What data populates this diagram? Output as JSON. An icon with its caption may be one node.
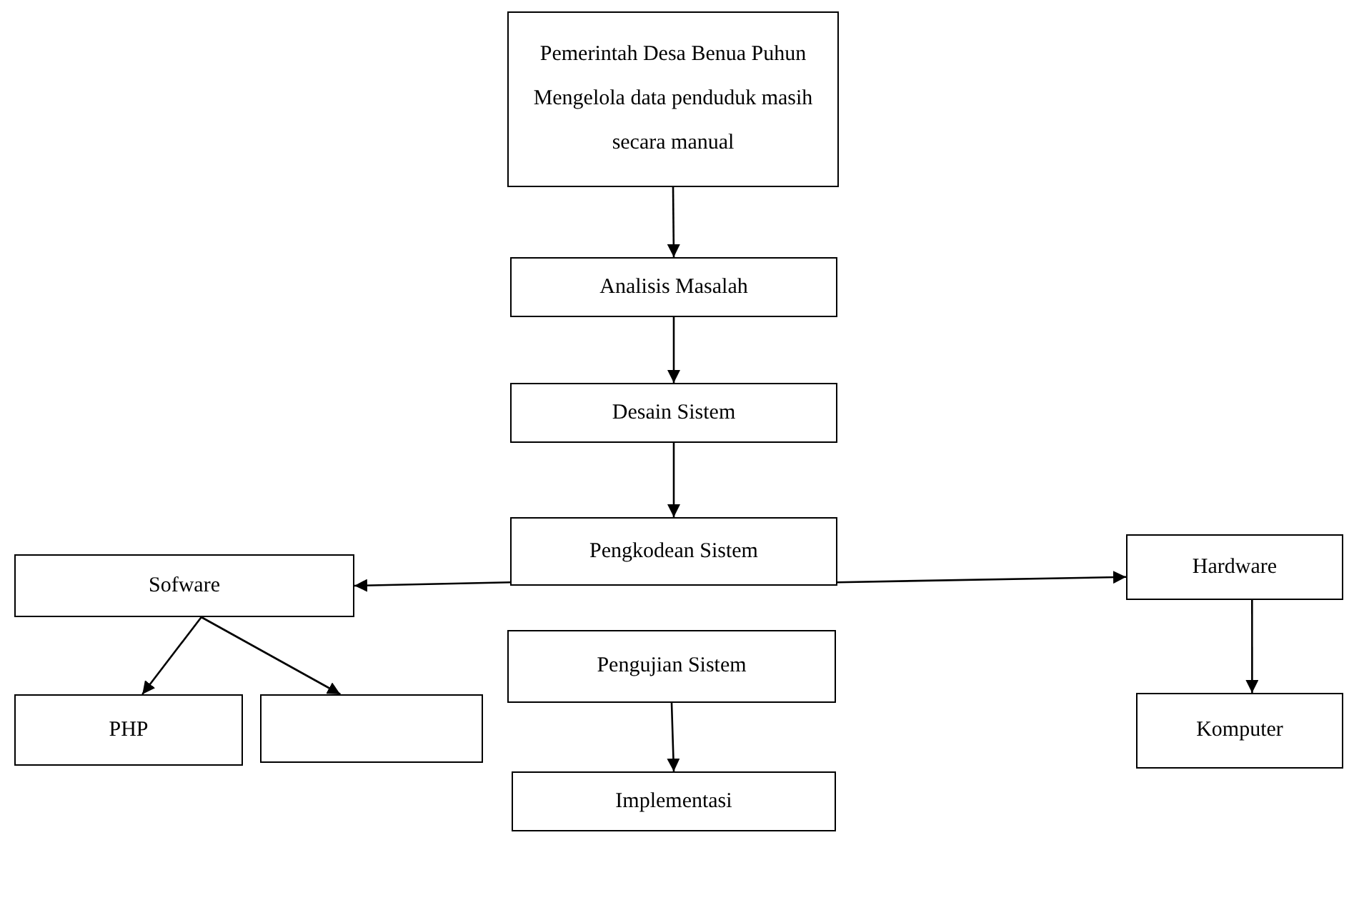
{
  "diagram": {
    "nodes": [
      {
        "text": [
          "Pemerintah Desa Benua Puhun Mengelola data penduduk masih secara manual"
        ]
      },
      {
        "text": [
          "Analisis Masalah"
        ]
      },
      {
        "text": [
          "Desain Sistem"
        ]
      },
      {
        "text": [
          "Pengkodean Sistem"
        ]
      },
      {
        "text": [
          "Sofware"
        ]
      },
      {
        "text": [
          "Hardware"
        ]
      },
      {
        "text": [
          "PHP"
        ]
      },
      {
        "text": [],
        "shape": "box"
      },
      {
        "text": [
          "Pengujian Sistem"
        ]
      },
      {
        "text": [
          "Komputer"
        ]
      },
      {
        "text": [
          "Implementasi"
        ]
      }
    ],
    "edges": [
      {
        "from": 0,
        "to": 1,
        "arrow": "to"
      },
      {
        "from": 1,
        "to": 2,
        "arrow": "to"
      },
      {
        "from": 2,
        "to": 3,
        "arrow": "to"
      },
      {
        "from": 3,
        "to": 4,
        "arrow": "to"
      },
      {
        "from": 3,
        "to": 5,
        "arrow": "to"
      },
      {
        "from": 4,
        "to": 6,
        "arrow": "to"
      },
      {
        "from": 4,
        "to": 7,
        "arrow": "to"
      },
      {
        "from": 5,
        "to": 9,
        "arrow": "to"
      },
      {
        "from": 8,
        "to": 10,
        "arrow": "to"
      }
    ]
  }
}
